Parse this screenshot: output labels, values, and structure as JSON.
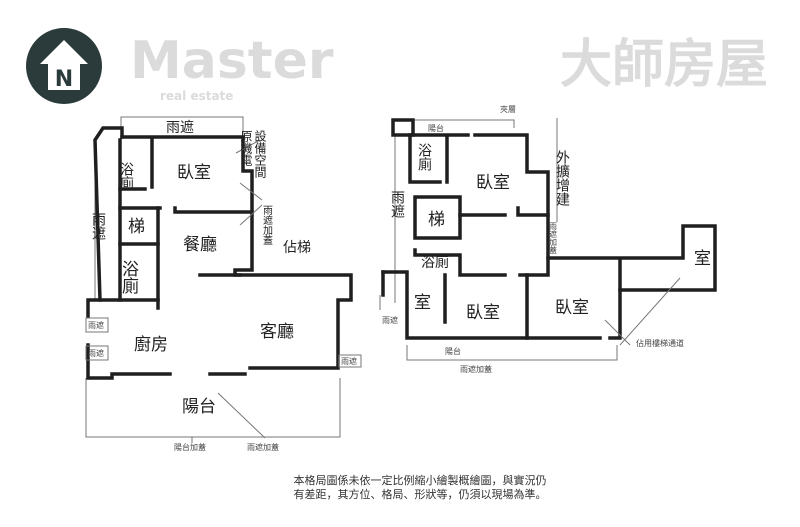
{
  "compass": {
    "label": "N",
    "color": "#2b3a3a"
  },
  "watermark": {
    "brand": "Master",
    "sub": "real estate",
    "chinese": "大師房屋"
  },
  "left_plan": {
    "canopy_top": "雨遮",
    "bath_top": "浴廁",
    "bedroom": "臥室",
    "equip_col1": "原機電",
    "equip_col2": "設備空間",
    "canopy_cover": "雨遮加蓋",
    "stairs": "梯",
    "canopy_left": "雨遮",
    "dining": "餐廳",
    "occupied_stairs": "佔梯",
    "bath_mid": "浴廁",
    "kitchen": "廚房",
    "living": "客廳",
    "canopy_small_1": "雨遮",
    "canopy_small_2": "雨遮",
    "canopy_small_3": "雨遮",
    "balcony": "陽台",
    "balcony_cover": "陽台加蓋",
    "canopy_cover_bottom": "雨遮加蓋"
  },
  "right_plan": {
    "mezzanine": "夾層",
    "balcony_top": "陽台",
    "bath_top": "浴廁",
    "bedroom_top": "臥室",
    "extension": "外擴增建",
    "canopy_left": "雨遮",
    "stairs": "梯",
    "canopy_cover_mid": "雨遮加蓋",
    "bath_mid": "浴廁",
    "room_small": "室",
    "bedroom_mid": "臥室",
    "bedroom_right": "臥室",
    "room_far": "室",
    "canopy_small": "雨遮",
    "balcony_bottom": "陽台",
    "canopy_cover_bottom": "雨遮加蓋",
    "occupied_stair_passage": "佔用樓梯通道"
  },
  "note": {
    "line1": "本格局圖係未依一定比例縮小繪製概繪圖，與實況仍",
    "line2": "有差距，其方位、格局、形狀等，仍須以現場為準。"
  }
}
